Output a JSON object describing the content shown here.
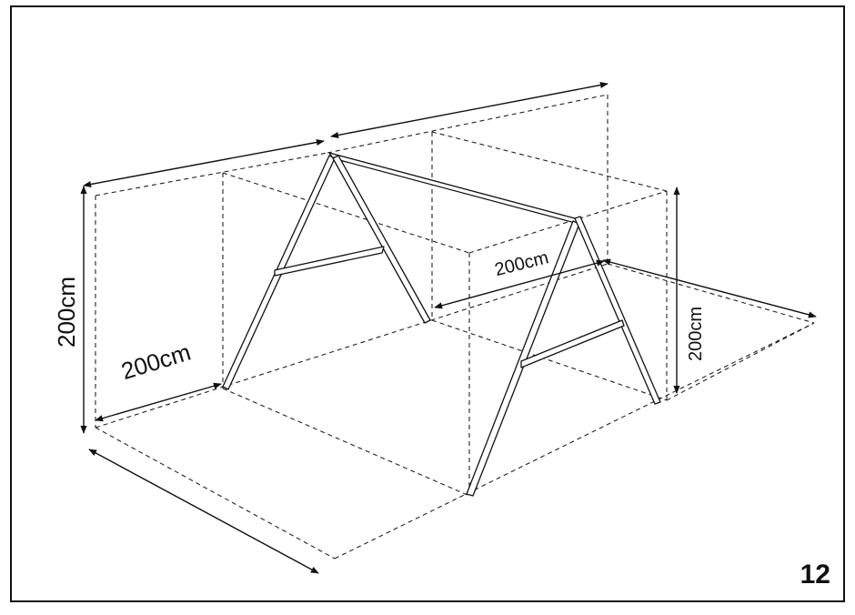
{
  "figure": {
    "step_number": "12",
    "labels": {
      "height_left": "200cm",
      "depth_front": "200cm",
      "gap_middle": "200cm",
      "height_right": "200cm"
    }
  },
  "colors": {
    "ink": "#111111",
    "background": "#ffffff"
  }
}
